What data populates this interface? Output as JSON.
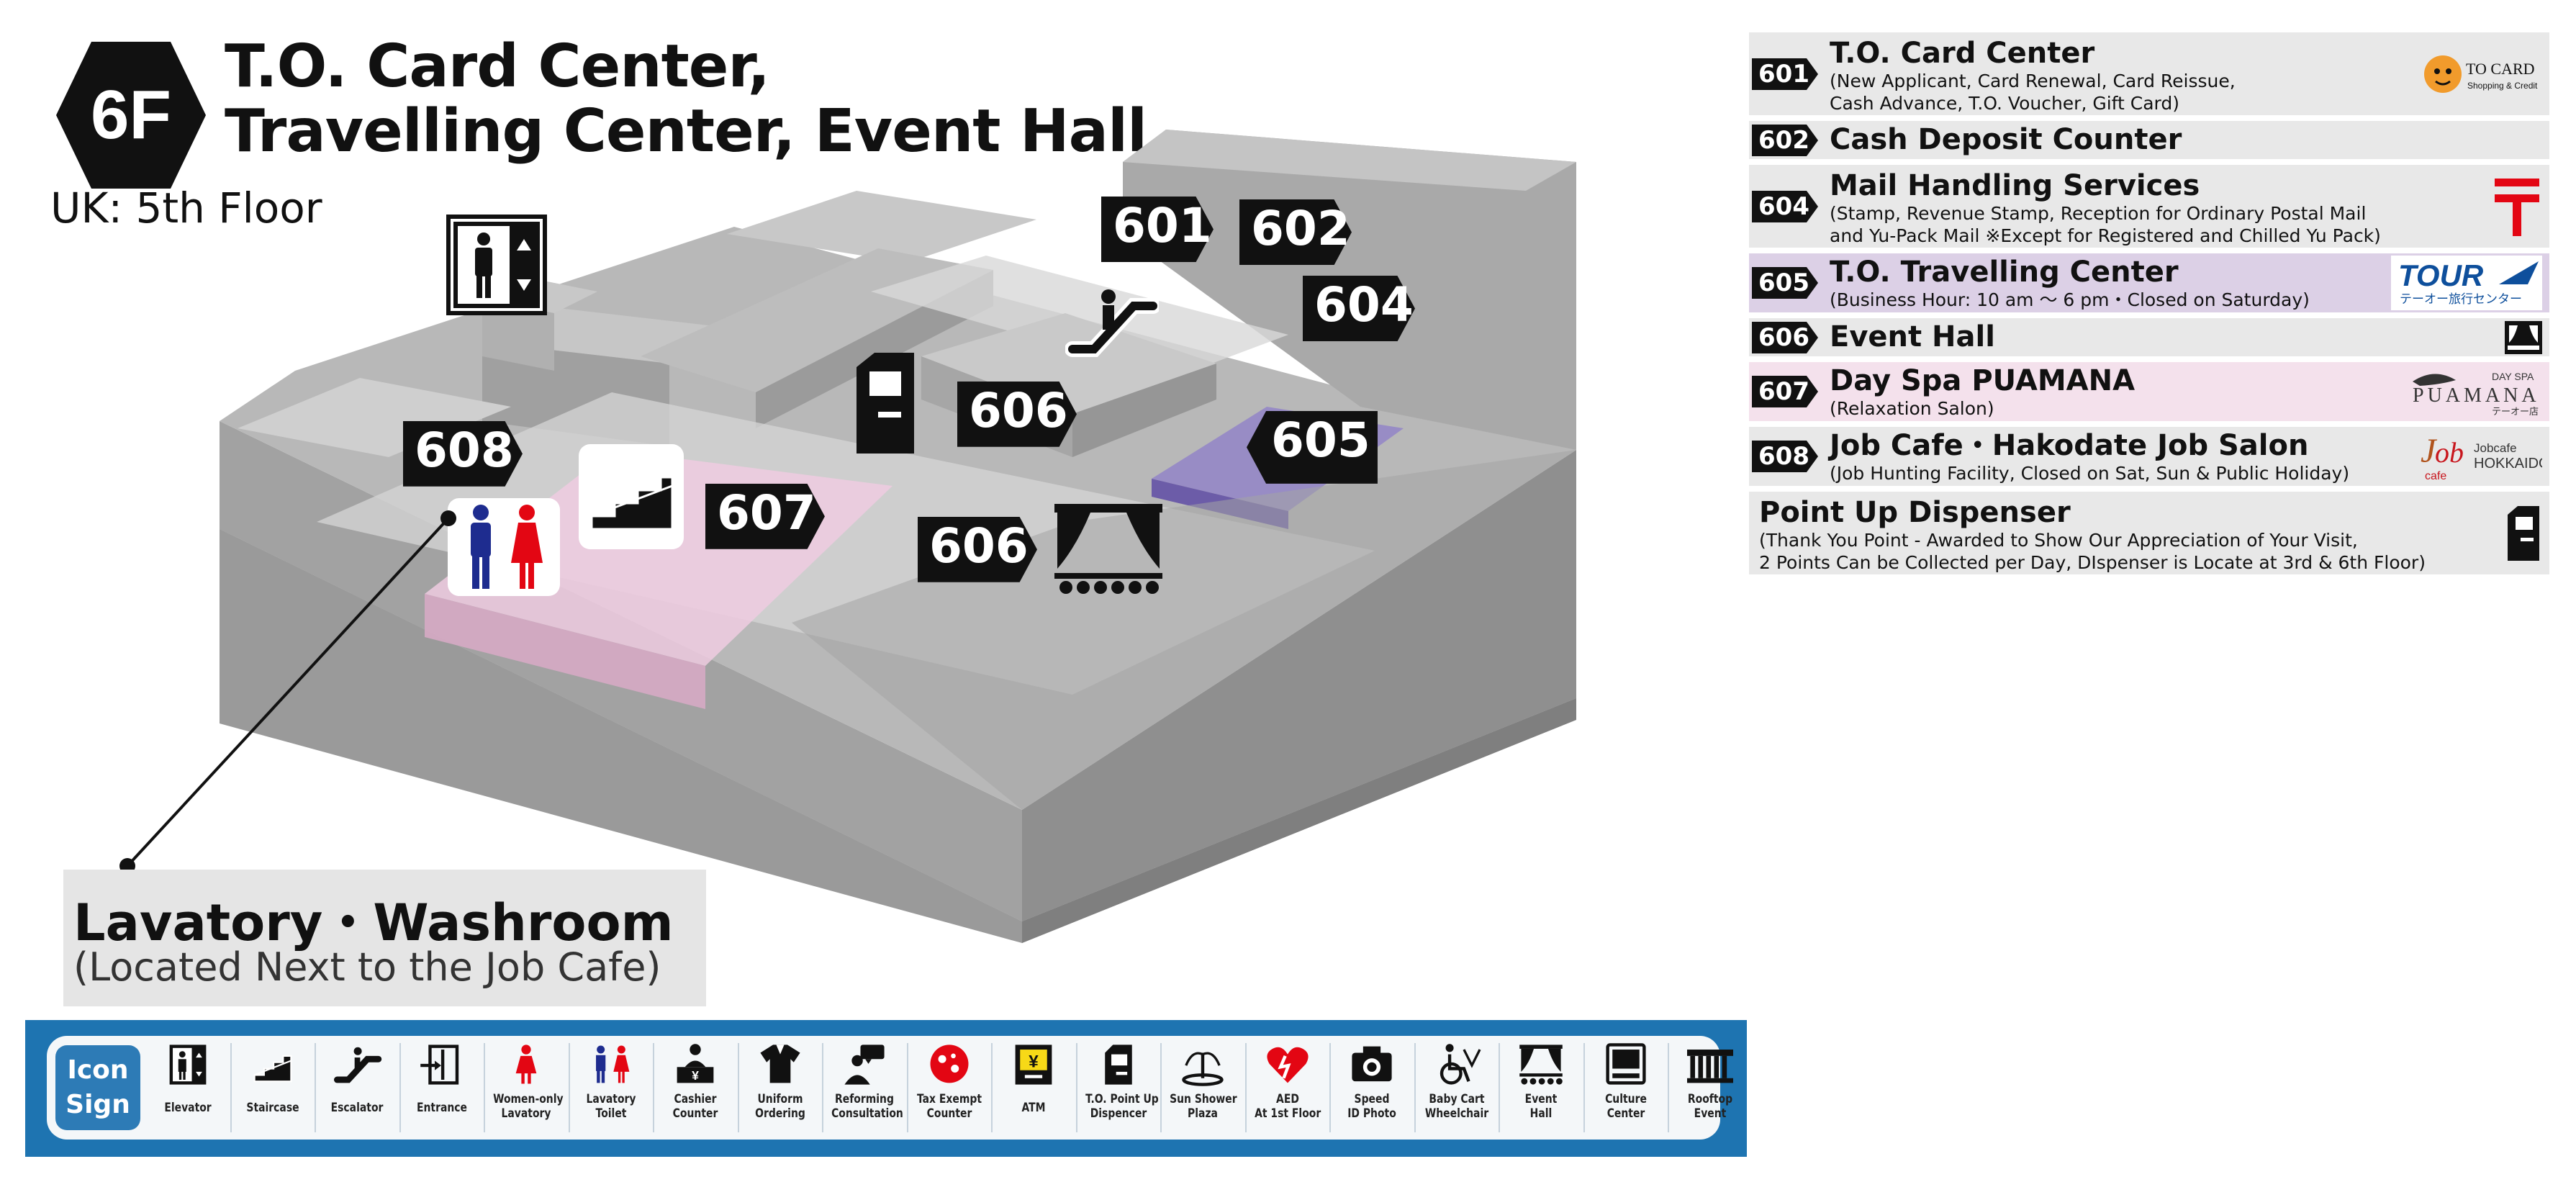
{
  "header": {
    "floor_badge": "6F",
    "title_line1": "T.O. Card Center,",
    "title_line2": "Travelling Center, Event Hall",
    "uk_floor": "UK: 5th Floor"
  },
  "map": {
    "labels": {
      "l601": "601",
      "l602": "602",
      "l604": "604",
      "l605": "605",
      "l606a": "606",
      "l606b": "606",
      "l607": "607",
      "l608": "608"
    },
    "colors": {
      "floor": "#a7a7a7",
      "purple_zone": "#8f7fc0",
      "pink_zone": "#eecbe0"
    }
  },
  "lavatory": {
    "title": "Lavatory・Washroom",
    "subtitle": "(Located Next to the Job Cafe)"
  },
  "directory": {
    "items": [
      {
        "num": "601",
        "name": "T.O. Card Center",
        "desc": "(New Applicant, Card Renewal, Card Reissue,\nCash Advance, T.O. Voucher, Gift Card)",
        "logo_text": "TO CARD",
        "logo_sub": "Shopping & Credit"
      },
      {
        "num": "602",
        "name": "Cash Deposit Counter",
        "desc": ""
      },
      {
        "num": "604",
        "name": "Mail Handling Services",
        "desc": "(Stamp, Revenue Stamp, Reception for Ordinary Postal Mail\nand Yu-Pack Mail ※Except for Registered and Chilled Yu Pack)"
      },
      {
        "num": "605",
        "name": "T.O. Travelling Center",
        "desc": "(Business Hour: 10 am 〜 6 pm・Closed on Saturday)",
        "logo_text": "TOUR",
        "logo_sub": "テーオー旅行センター"
      },
      {
        "num": "606",
        "name": "Event Hall",
        "desc": ""
      },
      {
        "num": "607",
        "name": "Day Spa PUAMANA",
        "desc": "(Relaxation Salon)",
        "logo_small": "DAY SPA",
        "logo_text": "PUAMANA",
        "logo_sub": "テーオー店"
      },
      {
        "num": "608",
        "name": "Job Cafe・Hakodate Job Salon",
        "desc": "(Job Hunting Facility, Closed on Sat, Sun & Public Holiday)",
        "logo_small": "Jobcafe",
        "logo_text": "HOKKAIDO",
        "logo_sub": "cafe"
      },
      {
        "num": "",
        "name": "Point Up Dispenser",
        "desc": "(Thank You Point - Awarded to Show Our Appreciation of Your Visit,\n2 Points Can be Collected per Day, DIspenser is Locate at 3rd & 6th Floor)"
      }
    ]
  },
  "legend": {
    "title_line1": "Icon",
    "title_line2": "Sign",
    "items": [
      {
        "label": "Elevator",
        "icon": "elevator-icon"
      },
      {
        "label": "Staircase",
        "icon": "staircase-icon"
      },
      {
        "label": "Escalator",
        "icon": "escalator-icon"
      },
      {
        "label": "Entrance",
        "icon": "entrance-icon"
      },
      {
        "label": "Women-only\nLavatory",
        "icon": "women-lavatory-icon"
      },
      {
        "label": "Lavatory\nToilet",
        "icon": "lavatory-icon"
      },
      {
        "label": "Cashier\nCounter",
        "icon": "cashier-icon"
      },
      {
        "label": "Uniform\nOrdering",
        "icon": "uniform-icon"
      },
      {
        "label": "Reforming\nConsultation",
        "icon": "consultation-icon"
      },
      {
        "label": "Tax Exempt\nCounter",
        "icon": "tax-exempt-icon"
      },
      {
        "label": "ATM",
        "icon": "atm-icon"
      },
      {
        "label": "T.O. Point Up\nDispencer",
        "icon": "point-dispenser-icon"
      },
      {
        "label": "Sun Shower\nPlaza",
        "icon": "fountain-icon"
      },
      {
        "label": "AED\nAt 1st Floor",
        "icon": "aed-icon"
      },
      {
        "label": "Speed\nID Photo",
        "icon": "camera-icon"
      },
      {
        "label": "Baby Cart\nWheelchair",
        "icon": "wheelchair-icon"
      },
      {
        "label": "Event\nHall",
        "icon": "event-hall-icon"
      },
      {
        "label": "Culture\nCenter",
        "icon": "culture-center-icon"
      },
      {
        "label": "Rooftop\nEvent",
        "icon": "rooftop-event-icon"
      }
    ]
  }
}
